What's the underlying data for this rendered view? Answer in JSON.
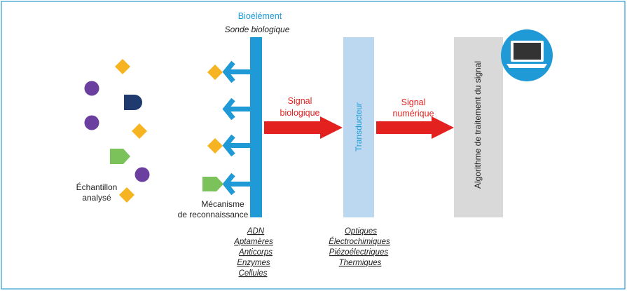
{
  "colors": {
    "frame": "#2b9bd0",
    "bio_blue": "#1f9ad6",
    "transducer_fill": "#bcd8f1",
    "algo_fill": "#d9d9d9",
    "arrow_red": "#e3221f",
    "diamond": "#f7b422",
    "circle": "#6b3fa0",
    "half_disc": "#1e3a6e",
    "pentagon": "#7cc25b",
    "laptop_circle": "#1f9ad6"
  },
  "labels": {
    "bioelement": "Bioélément",
    "sonde": "Sonde biologique",
    "signal_bio_1": "Signal",
    "signal_bio_2": "biologique",
    "signal_num_1": "Signal",
    "signal_num_2": "numérique",
    "transducteur": "Transducteur",
    "algorithme": "Algorithme de traitement du signal",
    "echantillon_1": "Échantillon",
    "echantillon_2": "analysé",
    "mecanisme_1": "Mécanisme",
    "mecanisme_2": "de reconnaissance"
  },
  "bio_list": [
    "ADN",
    "Aptamères",
    "Anticorps",
    "Enzymes",
    "Cellules"
  ],
  "transducer_list": [
    "Optiques",
    "Électrochimiques",
    "Piézoélectriques",
    "Thermiques"
  ],
  "icons": {
    "laptop": "laptop-icon"
  }
}
